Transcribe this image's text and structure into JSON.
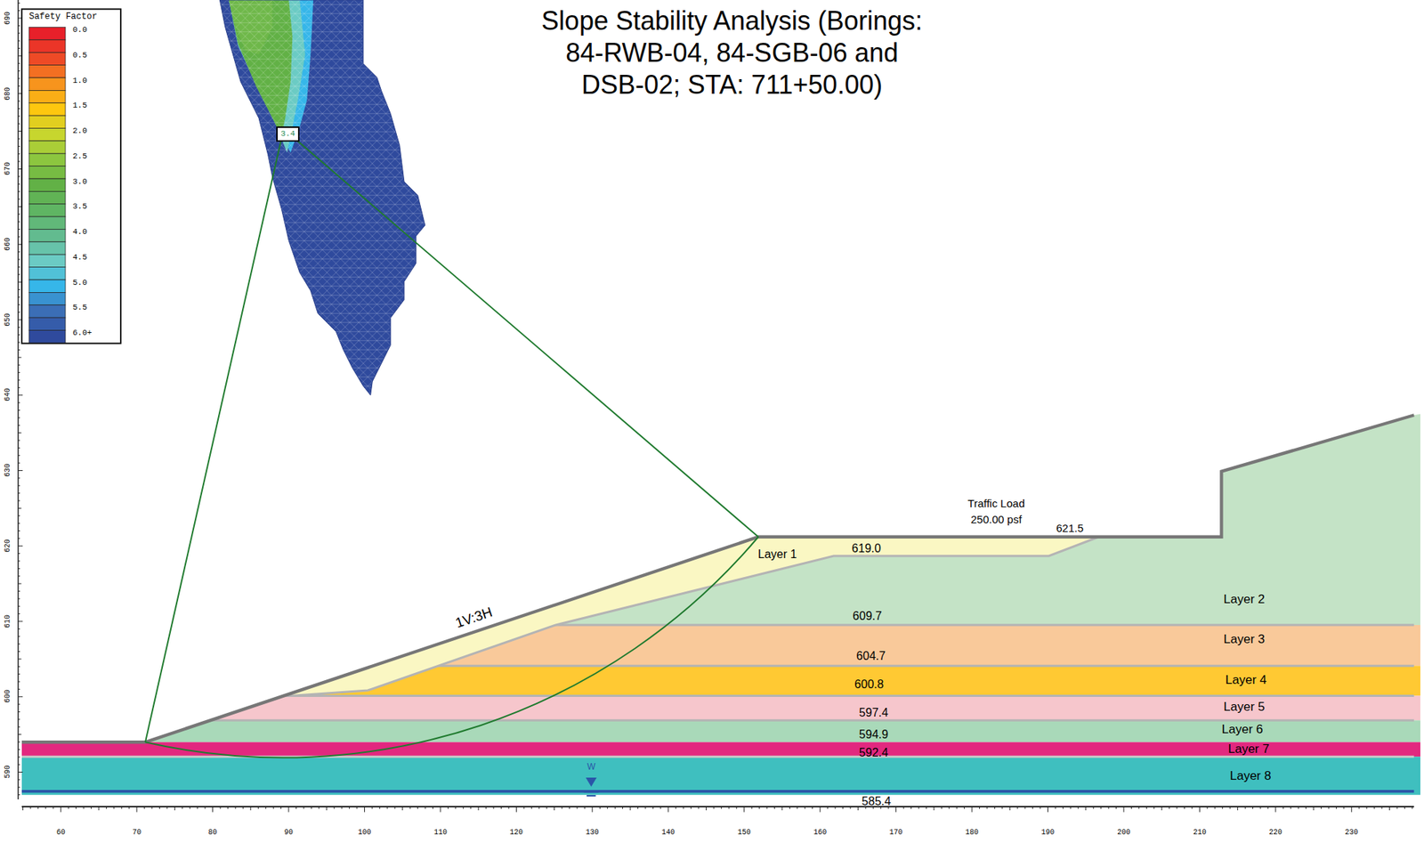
{
  "diagram": {
    "title": "Slope Stability Analysis (Borings: 84-RWB-04, 84-SGB-06 and DSB-02; STA: 711+50.00)",
    "nodes": [
      {
        "text": [
          "3.4"
        ]
      }
    ],
    "labels": [
      "Safety Factor",
      "Traffic Load",
      "250.00 psf",
      "621.5",
      "Layer 1",
      "619.0",
      "1V:3H",
      "Layer 2",
      "609.7",
      "Layer 3",
      "604.7",
      "Layer 4",
      "600.8",
      "Layer 5",
      "597.4",
      "Layer 6",
      "594.9",
      "Layer 7",
      "592.4",
      "W",
      "Layer 8",
      "585.4",
      "690",
      "680",
      "670",
      "660",
      "650",
      "640",
      "630",
      "620",
      "610",
      "600",
      "590",
      "60",
      "70",
      "80",
      "90",
      "100",
      "110",
      "120",
      "130",
      "140",
      "150",
      "160",
      "170",
      "180",
      "190",
      "200",
      "210",
      "220",
      "230"
    ],
    "legend": [
      {
        "text": "0.0",
        "color": "#e8202a"
      },
      {
        "text": "0.5",
        "color": "#ee4a26"
      },
      {
        "text": "1.0",
        "color": "#f7941d"
      },
      {
        "text": "1.5",
        "color": "#fdc70f"
      },
      {
        "text": "2.0",
        "color": "#c7d62e"
      },
      {
        "text": "2.5",
        "color": "#8cc63f"
      },
      {
        "text": "3.0",
        "color": "#62b146"
      },
      {
        "text": "3.5",
        "color": "#5fb563"
      },
      {
        "text": "4.0",
        "color": "#62bb8f"
      },
      {
        "text": "4.5",
        "color": "#6bcbc4"
      },
      {
        "text": "5.0",
        "color": "#36b6e9"
      },
      {
        "text": "5.5",
        "color": "#3b6eb6"
      },
      {
        "text": "6.0+",
        "color": "#2f4a9d"
      }
    ]
  }
}
